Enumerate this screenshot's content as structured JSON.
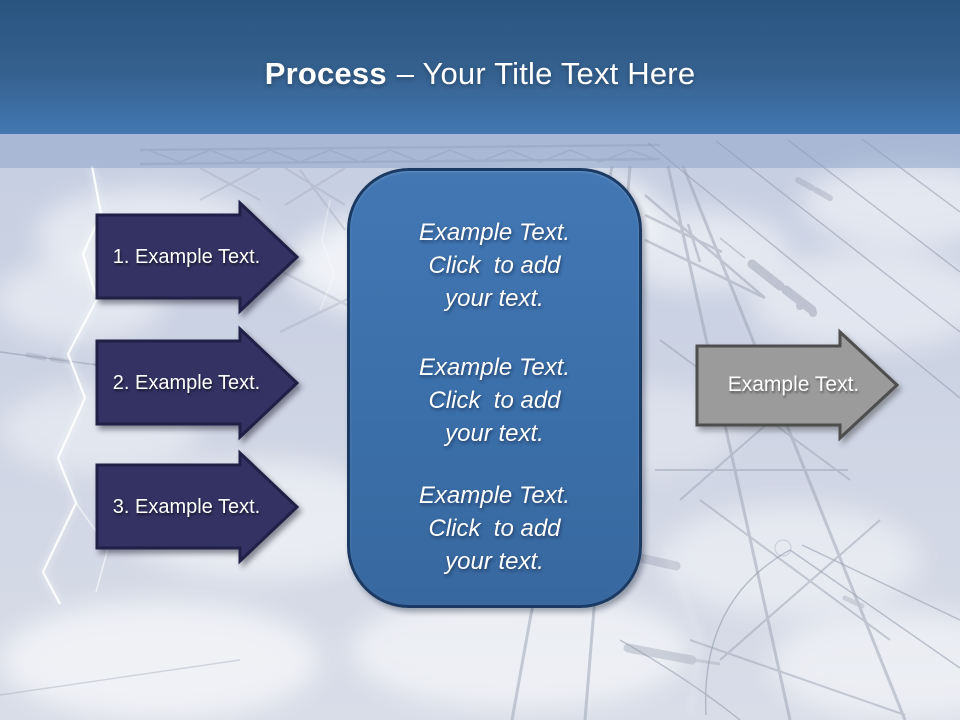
{
  "header": {
    "title_emphasis": "Process",
    "title_rest": "– Your Title Text Here"
  },
  "steps": [
    {
      "label": "1. Example Text."
    },
    {
      "label": "2. Example Text."
    },
    {
      "label": "3. Example Text."
    }
  ],
  "panel": {
    "blocks": [
      {
        "line1": "Example Text.",
        "line2": "Click  to add",
        "line3": "your text."
      },
      {
        "line1": "Example Text.",
        "line2": "Click  to add",
        "line3": "your text."
      },
      {
        "line1": "Example Text.",
        "line2": "Click  to add",
        "line3": "your text."
      }
    ]
  },
  "result_arrow": {
    "label": "Example Text."
  },
  "colors": {
    "header_top": "#2a5480",
    "header_bottom": "#4378b2",
    "step_fill": "#333263",
    "step_border": "#201f45",
    "panel_fill": "#3b6fa9",
    "panel_border": "#1b3a63",
    "result_fill": "#9b9b9b",
    "result_border": "#4e4e4e"
  }
}
